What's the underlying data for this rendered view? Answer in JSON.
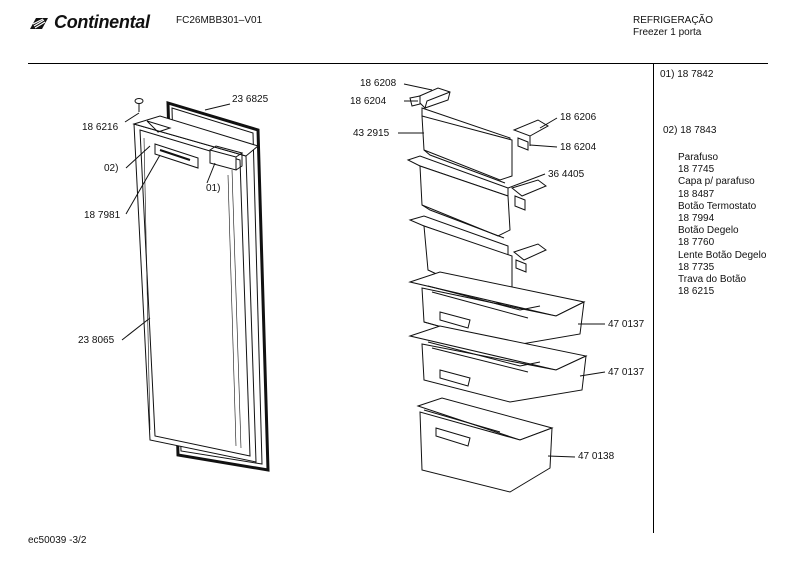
{
  "header": {
    "brand": "Continental",
    "model": "FC26MBB301–V01",
    "category_line1": "REFRIGERAÇÃO",
    "category_line2": "Freezer 1 porta"
  },
  "door_labels": {
    "l186216": "18 6216",
    "l236825": "23 6825",
    "l02": "02)",
    "l01": "01)",
    "l187981": "18 7981",
    "l238065": "23 8065"
  },
  "interior_labels": {
    "l186208": "18 6208",
    "l186204a": "18 6204",
    "l432915": "43 2915",
    "l186206": "18 6206",
    "l186204b": "18 6204",
    "l364405": "36 4405",
    "l470137a": "47 0137",
    "l470137b": "47 0137",
    "l470138": "47 0138"
  },
  "side_panel": {
    "item1_code": "01)  18 7842",
    "item2_code": "02) 18 7843",
    "parts": [
      {
        "name": "Parafuso",
        "code": "18 7745"
      },
      {
        "name": "Capa p/ parafuso",
        "code": "18 8487"
      },
      {
        "name": "Botão Termostato",
        "code": "18 7994"
      },
      {
        "name": "Botão Degelo",
        "code": "18 7760"
      },
      {
        "name": "Lente Botão Degelo",
        "code": "18 7735"
      },
      {
        "name": "Trava do Botão",
        "code": "18 6215"
      }
    ]
  },
  "footer": {
    "ref": "ec50039  -3/2"
  }
}
